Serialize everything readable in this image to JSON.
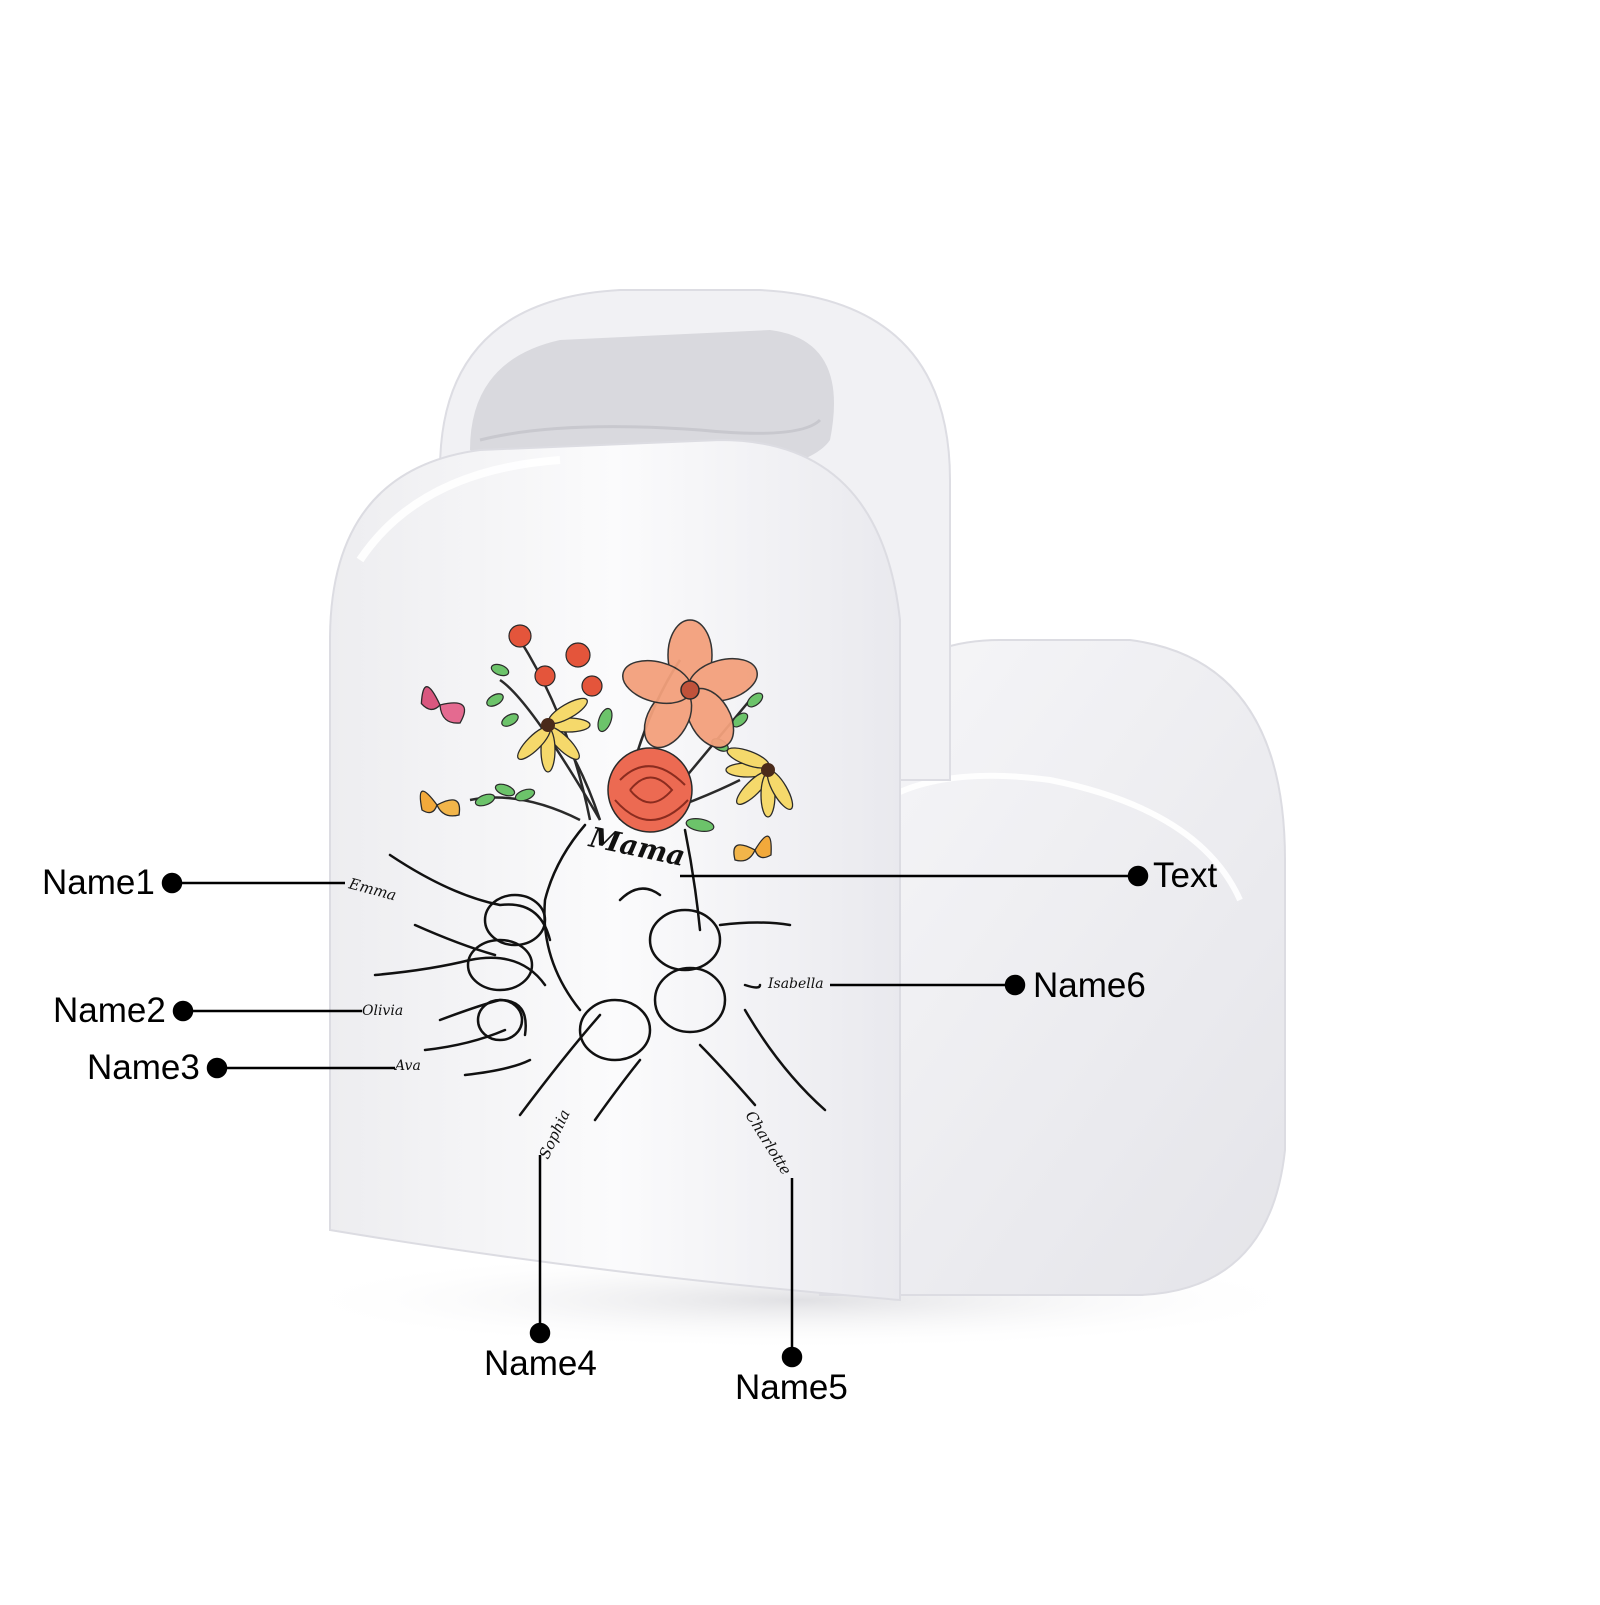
{
  "product": {
    "type": "heart-shaped ceramic vase",
    "body_color": "#f4f4f6",
    "shadow_color": "#e2e2e6"
  },
  "design": {
    "main_text": "Mama",
    "names": [
      "Emma",
      "Olivia",
      "Ava",
      "Sophia",
      "Charlotte",
      "Isabella"
    ],
    "decorations": [
      "bouquet",
      "pink-butterfly",
      "orange-butterfly-left",
      "orange-butterfly-right",
      "hands"
    ],
    "colors": {
      "line": "#111111",
      "rose": "#e8533f",
      "petal_orange": "#f08a5d",
      "petal_yellow": "#f4d35e",
      "leaf": "#5cb85c",
      "butterfly_pink": "#d64f7a",
      "butterfly_orange": "#f2a93b"
    }
  },
  "callouts": {
    "name1": "Name1",
    "name2": "Name2",
    "name3": "Name3",
    "name4": "Name4",
    "name5": "Name5",
    "name6": "Name6",
    "text": "Text"
  }
}
